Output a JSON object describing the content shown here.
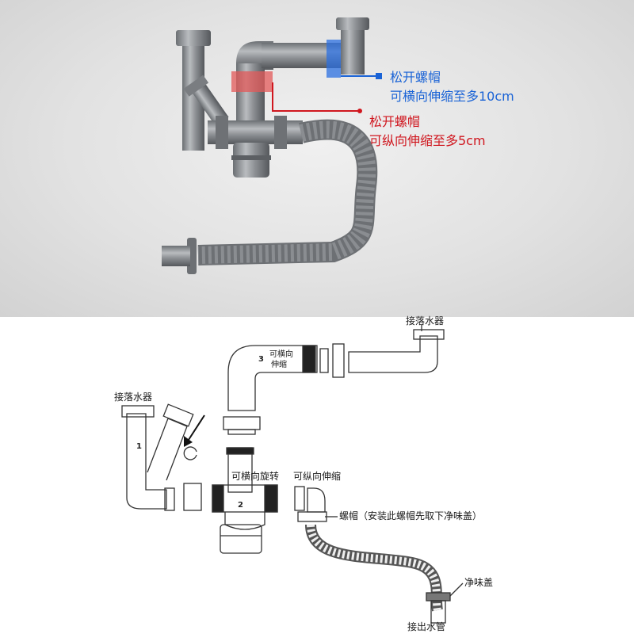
{
  "photo_callouts": {
    "blue": {
      "line1": "松开螺帽",
      "line2": "可横向伸缩至多10cm",
      "color": "#1a63d6"
    },
    "red": {
      "line1": "松开螺帽",
      "line2": "可纵向伸缩至多5cm",
      "color": "#d0161e"
    }
  },
  "diagram_labels": {
    "inlet_right": "接落水器",
    "inlet_left": "接落水器",
    "elbow_line1": "可横向",
    "elbow_line2": "伸缩",
    "rotate": "可横向旋转",
    "vertical": "可纵向伸缩",
    "nut": "螺帽（安装此螺帽先取下净味盖）",
    "odor_cap": "净味盖",
    "outlet": "接出水管",
    "part_1": "1",
    "part_2": "2",
    "part_3": "3"
  }
}
